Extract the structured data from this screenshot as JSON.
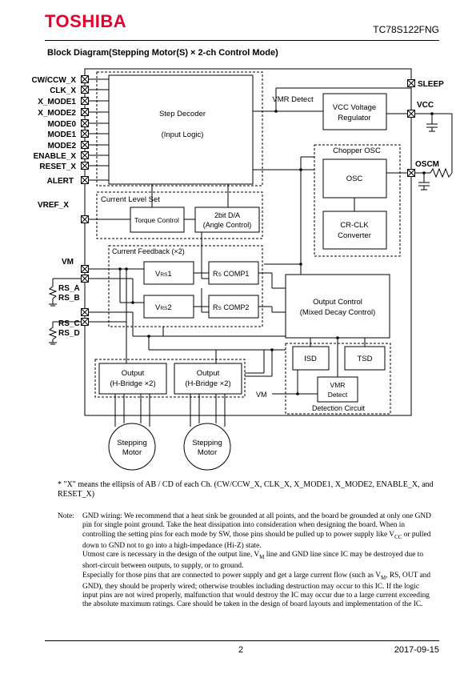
{
  "header": {
    "logo": "TOSHIBA",
    "part_number": "TC78S122FNG"
  },
  "title": "Block Diagram(Stepping Motor(S) × 2-ch Control Mode)",
  "diagram": {
    "left_pins": [
      "CW/CCW_X",
      "CLK_X",
      "X_MODE1",
      "X_MODE2",
      "MODE0",
      "MODE1",
      "MODE2",
      "ENABLE_X",
      "RESET_X",
      "ALERT"
    ],
    "vref": "VREF_X",
    "vm": "VM",
    "rs_pins": [
      "RS_A",
      "RS_B",
      "RS_C",
      "RS_D"
    ],
    "right_pins": {
      "sleep": "SLEEP",
      "vcc": "VCC",
      "oscm": "OSCM"
    },
    "vmr_detect_label": "VMR Detect",
    "step_decoder": [
      "Step Decoder",
      "(Input Logic)"
    ],
    "vcc_regulator": [
      "VCC Voltage",
      "Regulator"
    ],
    "chopper_osc": "Chopper OSC",
    "osc": "OSC",
    "cr_clk": [
      "CR-CLK",
      "Converter"
    ],
    "current_level_set": "Current Level Set",
    "torque_control": "Torque Control",
    "dac": [
      "2bit D/A",
      "(Angle Control)"
    ],
    "current_feedback": "Current Feedback (×2)",
    "vrs1": "V",
    "vrs_sub": "RS",
    "vrs1_num": "1",
    "vrs2_num": "2",
    "rs_comp1": "R",
    "rs_comp_sub": "S",
    "rs_comp1_text": " COMP1",
    "rs_comp2_text": " COMP2",
    "output_control": [
      "Output Control",
      "(Mixed Decay Control)"
    ],
    "isd": "ISD",
    "tsd": "TSD",
    "vmr_detect_box": [
      "VMR",
      "Detect"
    ],
    "detection_circuit": "Detection Circuit",
    "vm_internal": "VM",
    "output1": [
      "Output",
      "(H-Bridge  ×2)"
    ],
    "output2": [
      "Output",
      "(H-Bridge  ×2)"
    ],
    "motor1": [
      "Stepping",
      "Motor"
    ],
    "motor2": [
      "Stepping",
      "Motor"
    ]
  },
  "footnote": "* \"X\" means the ellipsis of AB / CD of each Ch. (CW/CCW_X, CLK_X, X_MODE1, X_MODE2, ENABLE_X, and RESET_X)",
  "note": {
    "label": "Note:",
    "paragraphs": [
      "GND wiring: We recommend that a heat sink be grounded at all points, and the board be grounded at only one GND pin for single point ground. Take the heat dissipation into consideration when designing the board. When in controlling the setting pins for each mode by SW, those pins should be pulled up to power supply like V",
      "Utmost care is necessary in the design of the output line, V",
      "Especially for those pins that are connected to power supply and get a large current flow (such as V"
    ],
    "p1_sub": "CC",
    "p1_rest": " or pulled down to GND not to go into a high-impedance (Hi-Z) state.",
    "p2_sub": "M",
    "p2_rest": " line and GND line since IC may be destroyed due to short-circuit between outputs, to supply, or to ground.",
    "p3_sub": "M",
    "p3_rest": ", RS, OUT and GND), they should be properly wired; otherwise troubles including destruction may occur to this IC. If the logic input pins are not wired properly, malfunction that would destroy the IC may occur due to a large current exceeding the absolute maximum ratings. Care should be taken in the design of board layouts and implementation of the IC."
  },
  "footer": {
    "page": "2",
    "date": "2017-09-15"
  }
}
